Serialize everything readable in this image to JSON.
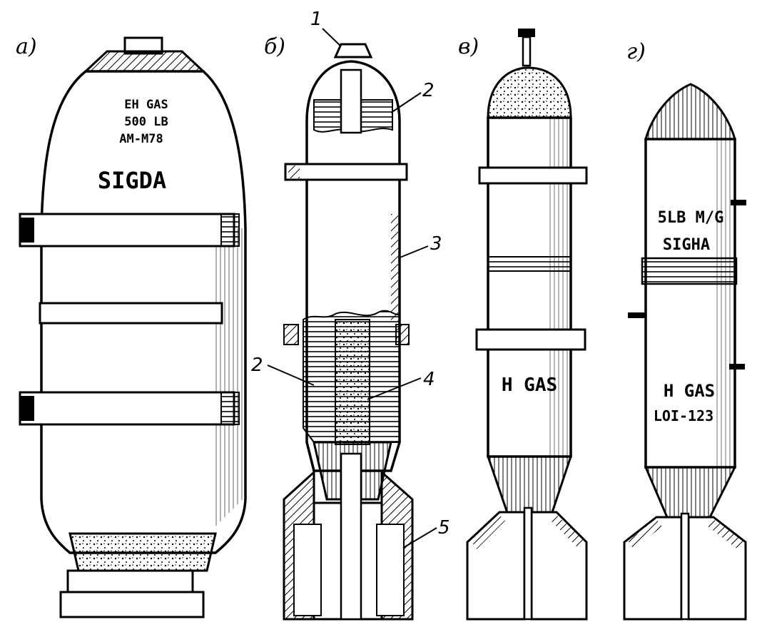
{
  "panels": {
    "a": {
      "label": "а)",
      "marking": [
        "EH GAS",
        "500 LB",
        "AM-M78"
      ],
      "name": "SIGDA"
    },
    "b": {
      "label": "б)",
      "callouts": [
        "1",
        "2",
        "3",
        "2",
        "4",
        "5"
      ]
    },
    "v": {
      "label": "в)",
      "marking": [
        "H GAS"
      ]
    },
    "g": {
      "label": "г)",
      "marking": [
        "5LB M/G",
        "SIGHA",
        "H GAS",
        "LOI-123"
      ]
    }
  }
}
